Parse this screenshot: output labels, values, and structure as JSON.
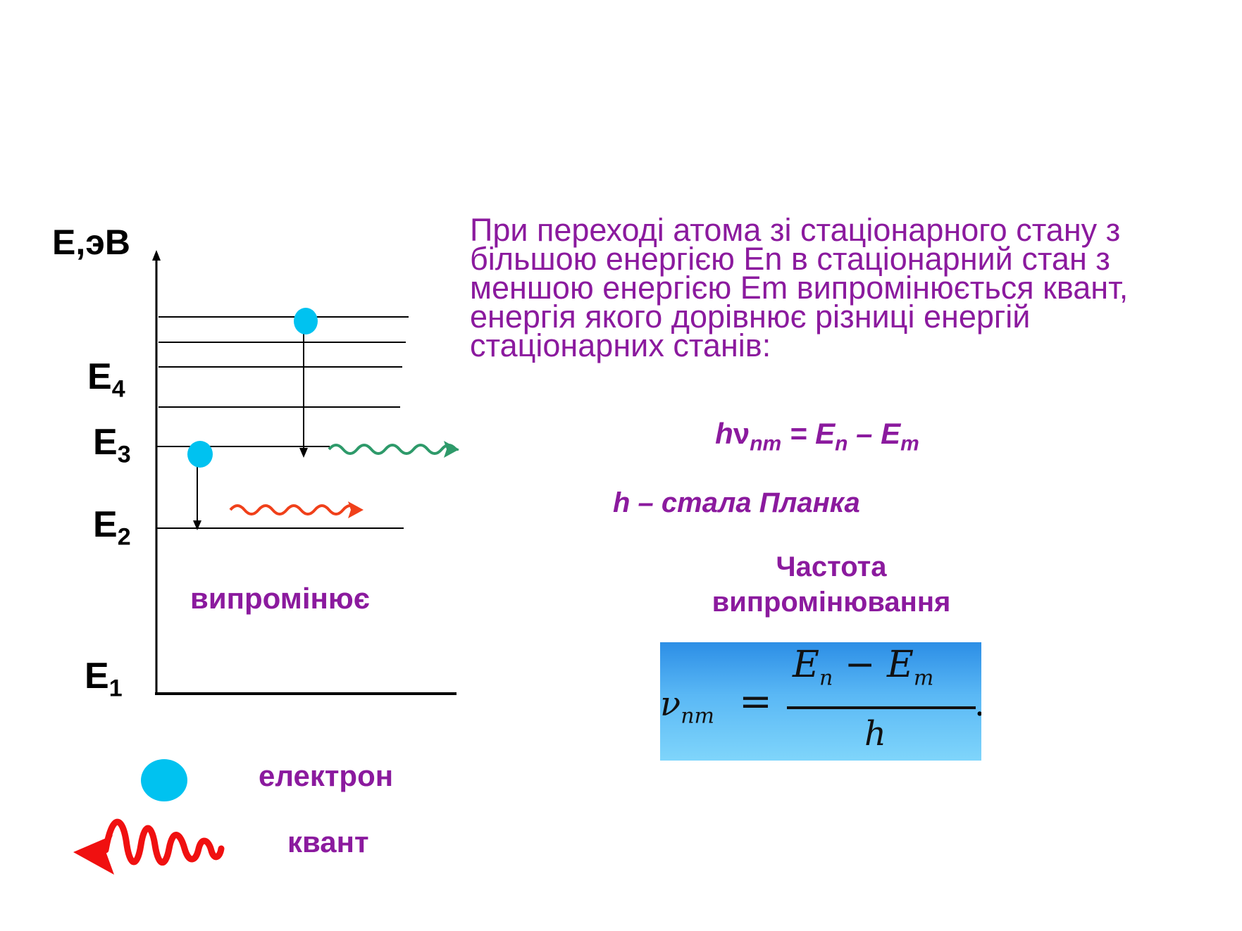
{
  "diagram": {
    "axis_label": "E,эВ",
    "levels": [
      {
        "symbol": "E",
        "index": "4"
      },
      {
        "symbol": "E",
        "index": "3"
      },
      {
        "symbol": "E",
        "index": "2"
      },
      {
        "symbol": "E",
        "index": "1"
      }
    ],
    "emits_label": "випромінює",
    "colors": {
      "electron": "#00c2f0",
      "quantum_red": "#f0401a",
      "quantum_green": "#2e9a6a",
      "legend_quantum": "#f01010"
    }
  },
  "legend": {
    "electron_label": "електрон",
    "quantum_label": "квант"
  },
  "explanation": "При переході атома зі стаціонарного стану з більшою енергією En в стаціонарний стан з меншою енергією Em випромінюється квант, енергія якого дорівнює різниці енергій стаціонарних станів:",
  "formula_main": {
    "h": "h",
    "nu": "ν",
    "nu_sub": "nm",
    "eq": " = ",
    "e1": "E",
    "e1_sub": "n",
    "minus": " – ",
    "e2": "E",
    "e2_sub": "m"
  },
  "planck_text": "h – стала  Планка",
  "frequency": {
    "title_line1": "Частота",
    "title_line2": "випромінювання",
    "nu": "ν",
    "nu_sub": "nm",
    "eq": "=",
    "num_e1": "E",
    "num_e1_sub": "n",
    "num_minus": " − ",
    "num_e2": "E",
    "num_e2_sub": "m",
    "den": "h",
    "trailing": "."
  }
}
